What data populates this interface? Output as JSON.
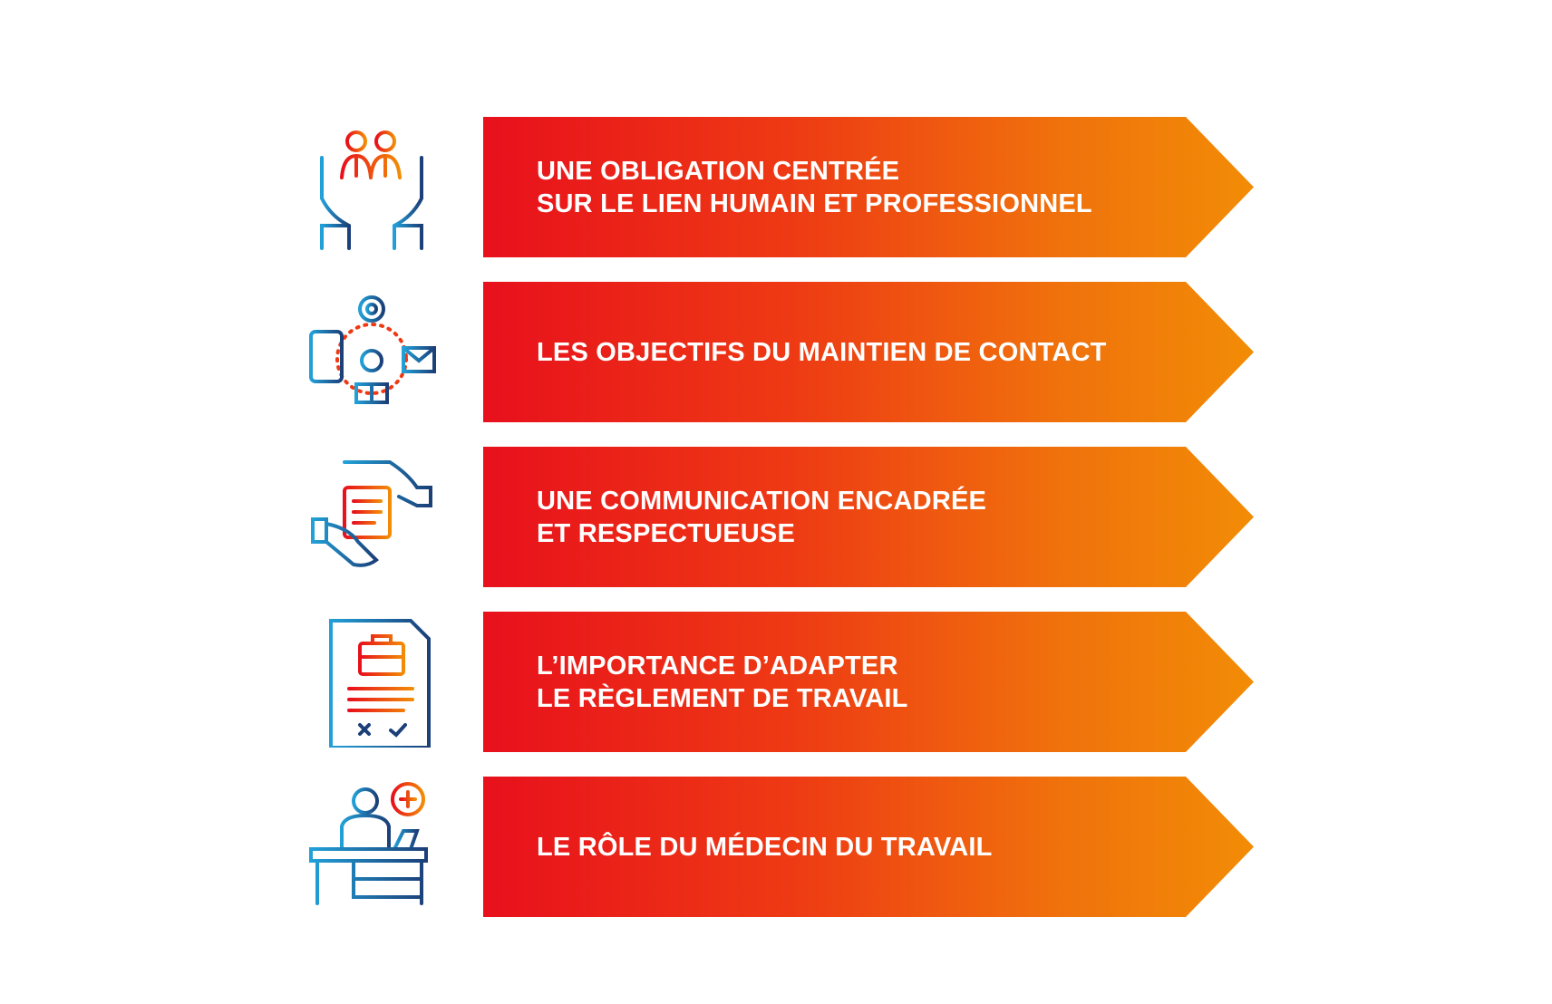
{
  "items": [
    {
      "icon": "hands-holding-people-icon",
      "lines": [
        "UNE OBLIGATION CENTRÉE",
        "SUR LE LIEN HUMAIN ET PROFESSIONNEL"
      ]
    },
    {
      "icon": "contact-network-icon",
      "lines": [
        "LES OBJECTIFS DU MAINTIEN DE CONTACT"
      ]
    },
    {
      "icon": "hands-exchanging-message-icon",
      "lines": [
        "UNE COMMUNICATION ENCADRÉE",
        "ET RESPECTUEUSE"
      ]
    },
    {
      "icon": "work-regulation-document-icon",
      "lines": [
        "L’IMPORTANCE D’ADAPTER",
        "LE RÈGLEMENT DE TRAVAIL"
      ]
    },
    {
      "icon": "occupational-doctor-icon",
      "lines": [
        "LE RÔLE DU MÉDECIN DU TRAVAIL"
      ]
    }
  ],
  "colors": {
    "gradient_start": "#e8101c",
    "gradient_end": "#f28c06",
    "icon_blue": "#1f8fc8",
    "icon_navy": "#1c3f78"
  }
}
